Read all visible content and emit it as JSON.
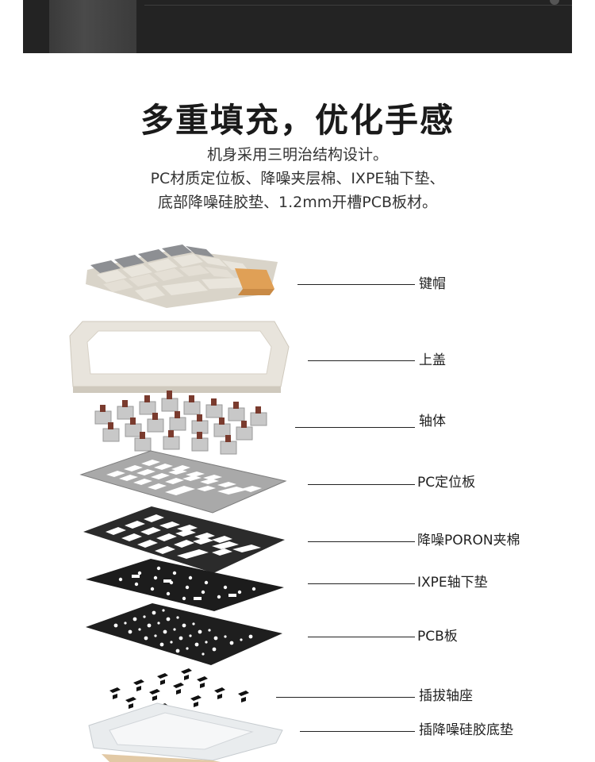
{
  "headline": "多重填充，优化手感",
  "description": [
    "机身采用三明治结构设计。",
    "PC材质定位板、降噪夹层棉、IXPE轴下垫、",
    "底部降噪硅胶垫、1.2mm开槽PCB板材。"
  ],
  "layers": [
    {
      "label": "键帽",
      "icon": "keycaps"
    },
    {
      "label": "上盖",
      "icon": "top-case"
    },
    {
      "label": "轴体",
      "icon": "switches"
    },
    {
      "label": "PC定位板",
      "icon": "pc-plate"
    },
    {
      "label": "降噪PORON夹棉",
      "icon": "poron-foam"
    },
    {
      "label": "IXPE轴下垫",
      "icon": "ixpe-pad"
    },
    {
      "label": "PCB板",
      "icon": "pcb-board"
    },
    {
      "label": "插拔轴座",
      "icon": "hotswap-sockets"
    },
    {
      "label": "插降噪硅胶底垫",
      "icon": "silicone-bottom-pad"
    }
  ],
  "colors": {
    "banner": "#232323",
    "keycap_light": "#e6e1d6",
    "keycap_grey": "#8d8f93",
    "keycap_orange": "#e0a056",
    "plate_grey": "#a9a9a9",
    "foam_dark": "#2b2b2b",
    "pcb_black": "#1e1e1e",
    "switch_stem": "#7a3b2e"
  }
}
